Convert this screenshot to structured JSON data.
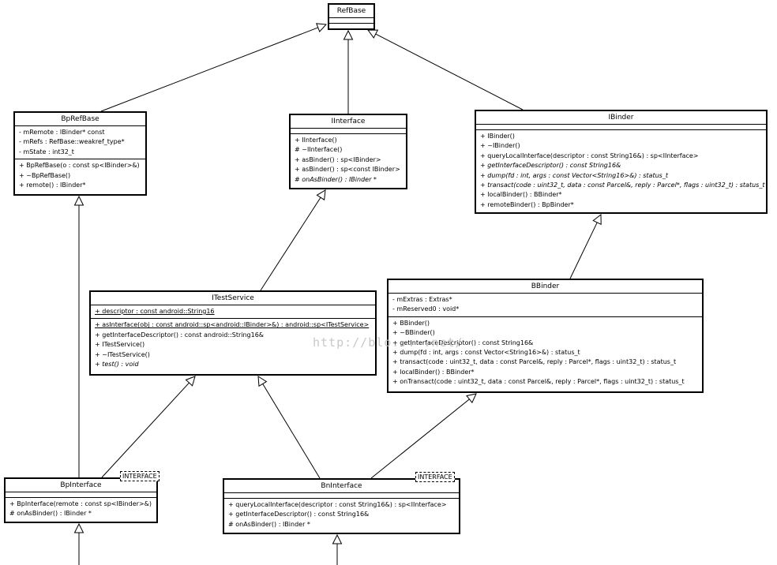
{
  "classes": {
    "refbase": {
      "name": "RefBase",
      "attributes": [],
      "operations": []
    },
    "bprefbase": {
      "name": "BpRefBase",
      "attributes": [
        "- mRemote : IBinder* const",
        "- mRefs : RefBase::weakref_type*",
        "- mState : int32_t"
      ],
      "operations": [
        "+ BpRefBase(o : const sp<IBinder>&)",
        "+ ~BpRefBase()",
        "+ remote() : IBinder*"
      ]
    },
    "iinterface": {
      "name": "IInterface",
      "attributes": [],
      "operations": [
        "+ IInterface()",
        "# ~IInterface()",
        "+ asBinder() : sp<IBinder>",
        "+ asBinder() : sp<const IBinder>",
        "# onAsBinder() : IBinder *"
      ]
    },
    "ibinder": {
      "name": "IBinder",
      "attributes": [],
      "operations": [
        "+ IBinder()",
        "+ ~IBinder()",
        "+ queryLocalInterface(descriptor : const String16&) : sp<IInterface>",
        "+ getInterfaceDescriptor() : const String16&",
        "+ dump(fd : int, args : const Vector<String16>&) : status_t",
        "+ transact(code : uint32_t, data : const Parcel&, reply : Parcel*, flags : uint32_t) : status_t",
        "+ localBinder() : BBinder*",
        "+ remoteBinder() : BpBinder*"
      ]
    },
    "itestservice": {
      "name": "ITestService",
      "attributes": [
        "+ descriptor : const android::String16"
      ],
      "operations": [
        "+ asInterface(obj : const android::sp<android::IBinder>&) : android::sp<ITestService>",
        "+ getInterfaceDescriptor() : const android::String16&",
        "+ ITestService()",
        "+ ~ITestService()",
        "+ test() : void"
      ]
    },
    "bbinder": {
      "name": "BBinder",
      "attributes": [
        "- mExtras : Extras*",
        "- mReserved0 : void*"
      ],
      "operations": [
        "+ BBinder()",
        "+ ~BBinder()",
        "+ getInterfaceDescriptor() : const String16&",
        "+ dump(fd : int, args : const Vector<String16>&) : status_t",
        "+ transact(code : uint32_t, data : const Parcel&, reply : Parcel*, flags : uint32_t) : status_t",
        "+ localBinder() : BBinder*",
        "+ onTransact(code : uint32_t, data : const Parcel&, reply : Parcel*, flags : uint32_t) : status_t"
      ]
    },
    "bpinterface": {
      "name": "BpInterface",
      "stereotype": "INTERFACE",
      "attributes": [],
      "operations": [
        "+ BpInterface(remote : const sp<IBinder>&)",
        "# onAsBinder() : IBinder *"
      ]
    },
    "bninterface": {
      "name": "BnInterface",
      "stereotype": "INTERFACE",
      "attributes": [],
      "operations": [
        "+ queryLocalInterface(descriptor : const String16&) : sp<IInterface>",
        "+ getInterfaceDescriptor() : const String16&",
        "# onAsBinder() : IBinder *"
      ]
    }
  },
  "relations": [
    {
      "from": "bprefbase",
      "to": "refbase",
      "type": "generalization"
    },
    {
      "from": "iinterface",
      "to": "refbase",
      "type": "generalization"
    },
    {
      "from": "ibinder",
      "to": "refbase",
      "type": "generalization"
    },
    {
      "from": "itestservice",
      "to": "iinterface",
      "type": "generalization"
    },
    {
      "from": "bbinder",
      "to": "ibinder",
      "type": "generalization"
    },
    {
      "from": "bpinterface",
      "to": "bprefbase",
      "type": "generalization"
    },
    {
      "from": "bpinterface",
      "to": "itestservice",
      "type": "generalization"
    },
    {
      "from": "bninterface",
      "to": "itestservice",
      "type": "generalization"
    },
    {
      "from": "bninterface",
      "to": "bbinder",
      "type": "generalization"
    },
    {
      "from": "unseen-below",
      "to": "bpinterface",
      "type": "generalization"
    },
    {
      "from": "unseen-below",
      "to": "bninterface",
      "type": "generalization"
    }
  ],
  "watermark": "http://blo... .net/"
}
